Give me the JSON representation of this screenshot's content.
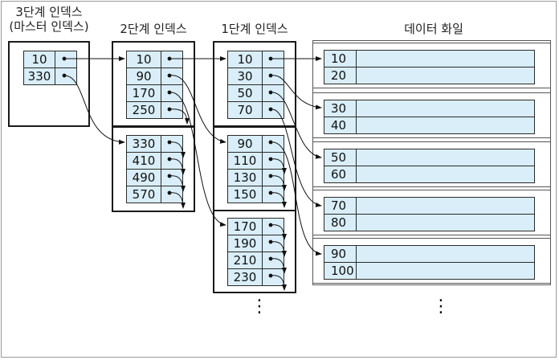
{
  "headers": {
    "level3_line1": "3단계 인덱스",
    "level3_line2": "(마스터 인덱스)",
    "level2": "2단계 인덱스",
    "level1": "1단계 인덱스",
    "data": "데이터 화일"
  },
  "level3": [
    [
      "10",
      "330"
    ]
  ],
  "level2": [
    [
      "10",
      "90",
      "170",
      "250"
    ],
    [
      "330",
      "410",
      "490",
      "570"
    ]
  ],
  "level1": [
    [
      "10",
      "30",
      "50",
      "70"
    ],
    [
      "90",
      "110",
      "130",
      "150"
    ],
    [
      "170",
      "190",
      "210",
      "230"
    ]
  ],
  "data_file": [
    [
      "10",
      "20"
    ],
    [
      "30",
      "40"
    ],
    [
      "50",
      "60"
    ],
    [
      "70",
      "80"
    ],
    [
      "90",
      "100"
    ]
  ],
  "continuation": "⋮"
}
